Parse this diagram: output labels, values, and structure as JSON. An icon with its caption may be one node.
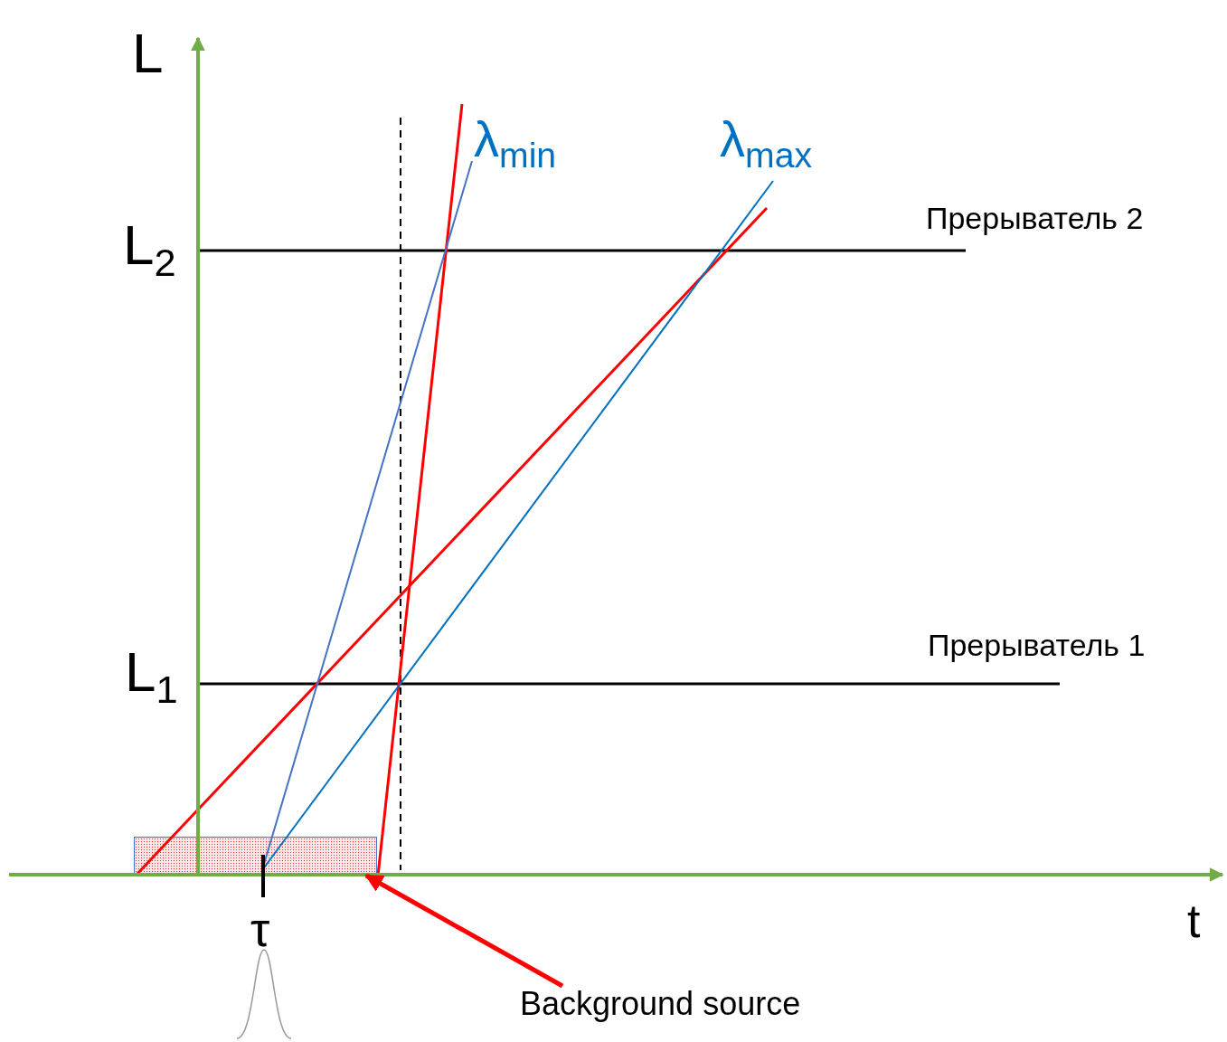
{
  "diagram": {
    "nodes": [
      {
        "text": [
          "Background source"
        ]
      },
      {
        "text": [],
        "shape": "box"
      }
    ],
    "edges": [
      {
        "from": 0,
        "to": 1,
        "arrow": "to",
        "color": "#ff0000"
      }
    ],
    "labels": [
      "L",
      "L$_{2}$",
      "L$_{1}$",
      "t",
      "τ",
      "λ$_{min}$",
      "λ$_{max}$",
      "Прерыватель 2",
      "Прерыватель 1"
    ]
  }
}
